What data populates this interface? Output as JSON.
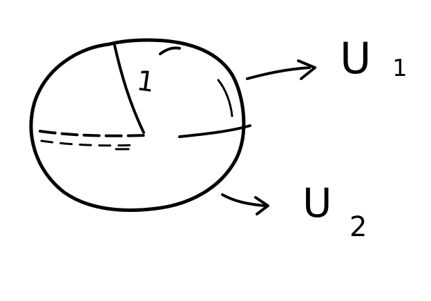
{
  "diagram": {
    "ink_color": "#000000",
    "background_color": "#ffffff",
    "radius_label": "1",
    "upper_region_label": {
      "letter": "U",
      "subscript": "1"
    },
    "lower_region_label": {
      "letter": "U",
      "subscript": "2"
    }
  }
}
